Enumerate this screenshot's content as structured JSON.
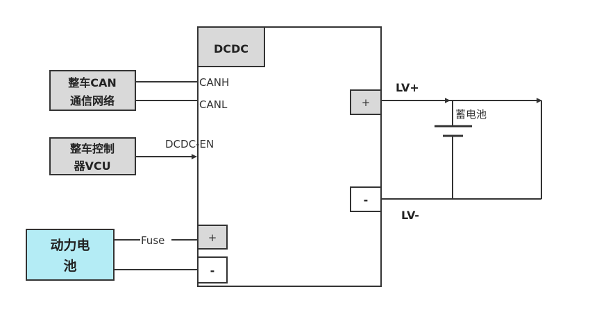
{
  "dcdc": {
    "title": "DCDC"
  },
  "can": {
    "line1": "整车CAN",
    "line2": "通信网络",
    "pin_h": "CANH",
    "pin_l": "CANL"
  },
  "vcu": {
    "line1": "整车控制",
    "line2": "器VCU",
    "enable": "DCDC-EN"
  },
  "hv_battery": {
    "line1": "动力电",
    "line2": "池",
    "fuse": "Fuse"
  },
  "terminals": {
    "plus": "+",
    "minus": "-"
  },
  "outputs": {
    "lv_plus": "LV+",
    "lv_minus": "LV-",
    "battery": "蓄电池"
  },
  "colors": {
    "box_fill": "#d9d9d9",
    "hv_fill": "#b4ecf5",
    "line": "#333333"
  }
}
